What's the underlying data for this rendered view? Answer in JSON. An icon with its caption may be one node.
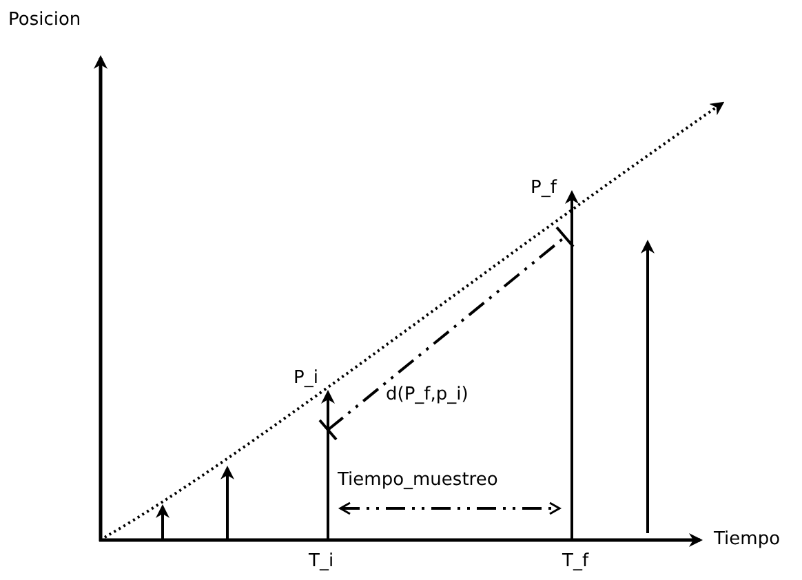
{
  "diagram": {
    "labels": [
      "Posicion",
      "P_f",
      "P_i",
      "d(P_f,p_i)",
      "Tiempo_muestreo",
      "Tiempo",
      "T_i",
      "T_f"
    ]
  }
}
